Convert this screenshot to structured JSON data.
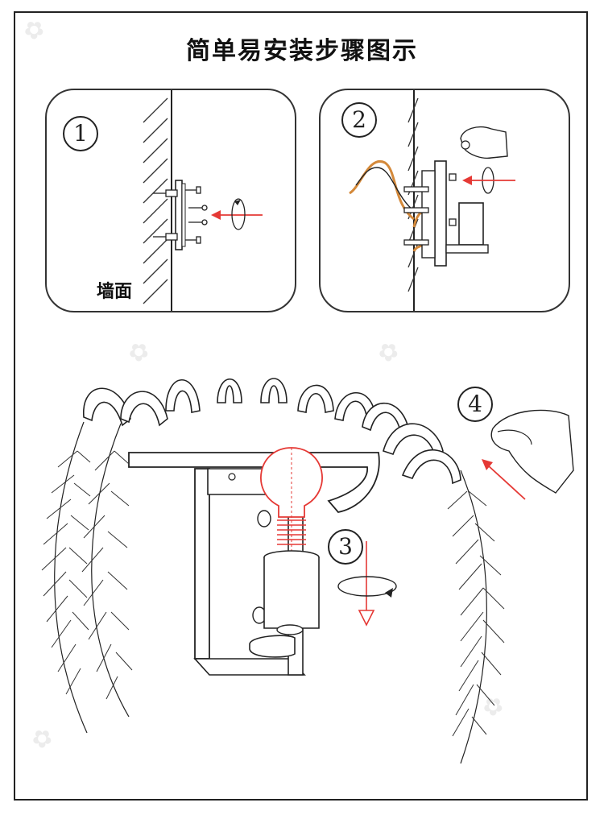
{
  "title": "简单易安装步骤图示",
  "steps": {
    "step1": {
      "number": "1",
      "label": "墙面"
    },
    "step2": {
      "number": "2"
    },
    "step3": {
      "number": "3"
    },
    "step4": {
      "number": "4"
    }
  },
  "colors": {
    "arrow": "#e53935",
    "bulb": "#e53935",
    "wire": "#d4893a",
    "line": "#222222"
  }
}
